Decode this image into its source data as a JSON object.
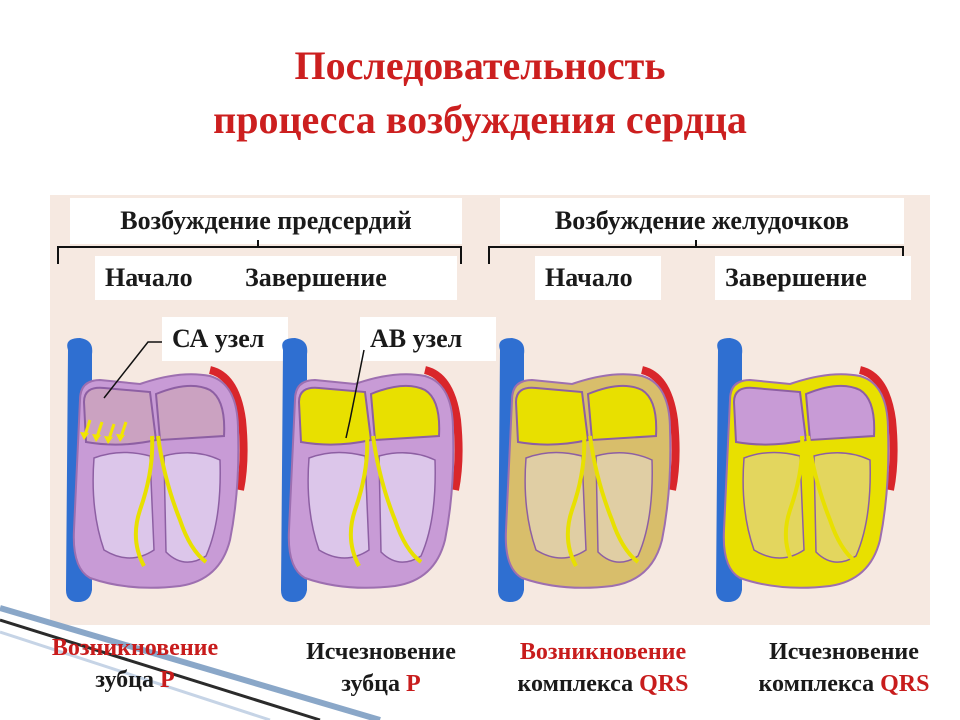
{
  "title": {
    "line1": "Последовательность",
    "line2": "процесса возбуждения сердца"
  },
  "groups": {
    "atria": {
      "label": "Возбуждение предсердий",
      "start": "Начало",
      "end": "Завершение"
    },
    "ventricles": {
      "label": "Возбуждение желудочков",
      "start": "Начало",
      "end": "Завершение"
    }
  },
  "nodes": {
    "sa": "СА узел",
    "av": "АВ узел"
  },
  "captions": [
    {
      "line1": "Возникновение",
      "line2_prefix": "зубца ",
      "line2_em": "Р"
    },
    {
      "line1": "Исчезновение",
      "line2_prefix": "зубца ",
      "line2_em": "Р"
    },
    {
      "line1": "Возникновение",
      "line2_prefix": "комплекса ",
      "line2_em": "QRS"
    },
    {
      "line1": "Исчезновение",
      "line2_prefix": "комплекса ",
      "line2_em": "QRS"
    }
  ],
  "colors": {
    "title": "#cc1f1f",
    "vessel": "#2f6fd1",
    "myocardium": "#c89bd6",
    "excited": "#e8e000",
    "panel": "#f6e9e1"
  },
  "stages": [
    {
      "excited_atria": 0.1,
      "excited_ventricles": 0.0
    },
    {
      "excited_atria": 1.0,
      "excited_ventricles": 0.0
    },
    {
      "excited_atria": 1.0,
      "excited_ventricles": 0.5
    },
    {
      "excited_atria": 0.0,
      "excited_ventricles": 1.0
    }
  ]
}
